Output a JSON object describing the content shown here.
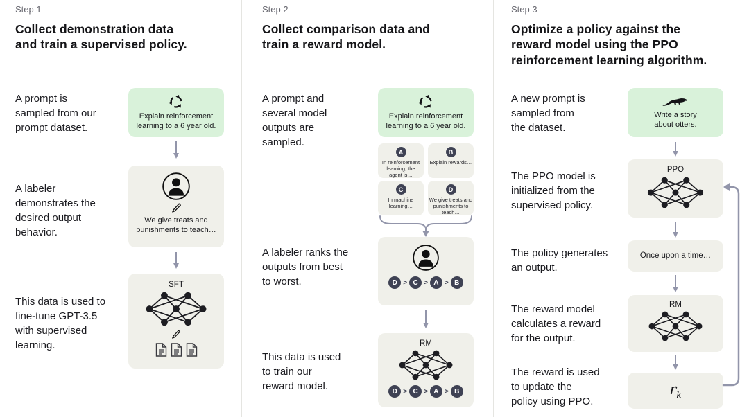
{
  "colors": {
    "green_box": "#d9f2da",
    "gray_box": "#f0f0ea",
    "badge": "#3f4254",
    "arrow": "#9295aa"
  },
  "step1": {
    "step": "Step 1",
    "title": "Collect demonstration data\nand train a supervised policy.",
    "captions": {
      "prompt": "A prompt is\nsampled from our\nprompt dataset.",
      "labeler": "A labeler\ndemonstrates the\ndesired output\nbehavior.",
      "data": "This data is used to\nfine-tune GPT-3.5\nwith supervised\nlearning."
    },
    "prompt_text": "Explain reinforcement\nlearning to a 6 year old.",
    "labeler_text": "We give treats and\npunishments to teach…",
    "model_label": "SFT"
  },
  "step2": {
    "step": "Step 2",
    "title": "Collect comparison data and\ntrain a reward model.",
    "captions": {
      "prompt": "A prompt and\nseveral model\noutputs are\nsampled.",
      "labeler": "A labeler ranks the\noutputs from best\nto worst.",
      "data": "This data is used\nto train our\nreward model."
    },
    "prompt_text": "Explain reinforcement\nlearning to a 6 year old.",
    "outputs": [
      {
        "id": "A",
        "text": "In reinforcement\nlearning, the\nagent is…"
      },
      {
        "id": "B",
        "text": "Explain rewards…"
      },
      {
        "id": "C",
        "text": "In machine\nlearning…"
      },
      {
        "id": "D",
        "text": "We give treats and\npunishments to\nteach…"
      }
    ],
    "ranking": [
      "D",
      "C",
      "A",
      "B"
    ],
    "rank_sep": ">",
    "model_label": "RM"
  },
  "step3": {
    "step": "Step 3",
    "title": "Optimize a policy against the\nreward model using the PPO\nreinforcement learning algorithm.",
    "captions": {
      "prompt": "A new prompt is\nsampled from\nthe dataset.",
      "init": "The PPO model is\ninitialized from the\nsupervised policy.",
      "output": "The policy generates\nan output.",
      "reward": "The reward model\ncalculates a reward\nfor the output.",
      "update": "The reward is used\nto update the\npolicy using PPO."
    },
    "prompt_text": "Write a story\nabout otters.",
    "ppo_label": "PPO",
    "output_text": "Once upon a time…",
    "rm_label": "RM",
    "reward_base": "r",
    "reward_sub": "k"
  }
}
